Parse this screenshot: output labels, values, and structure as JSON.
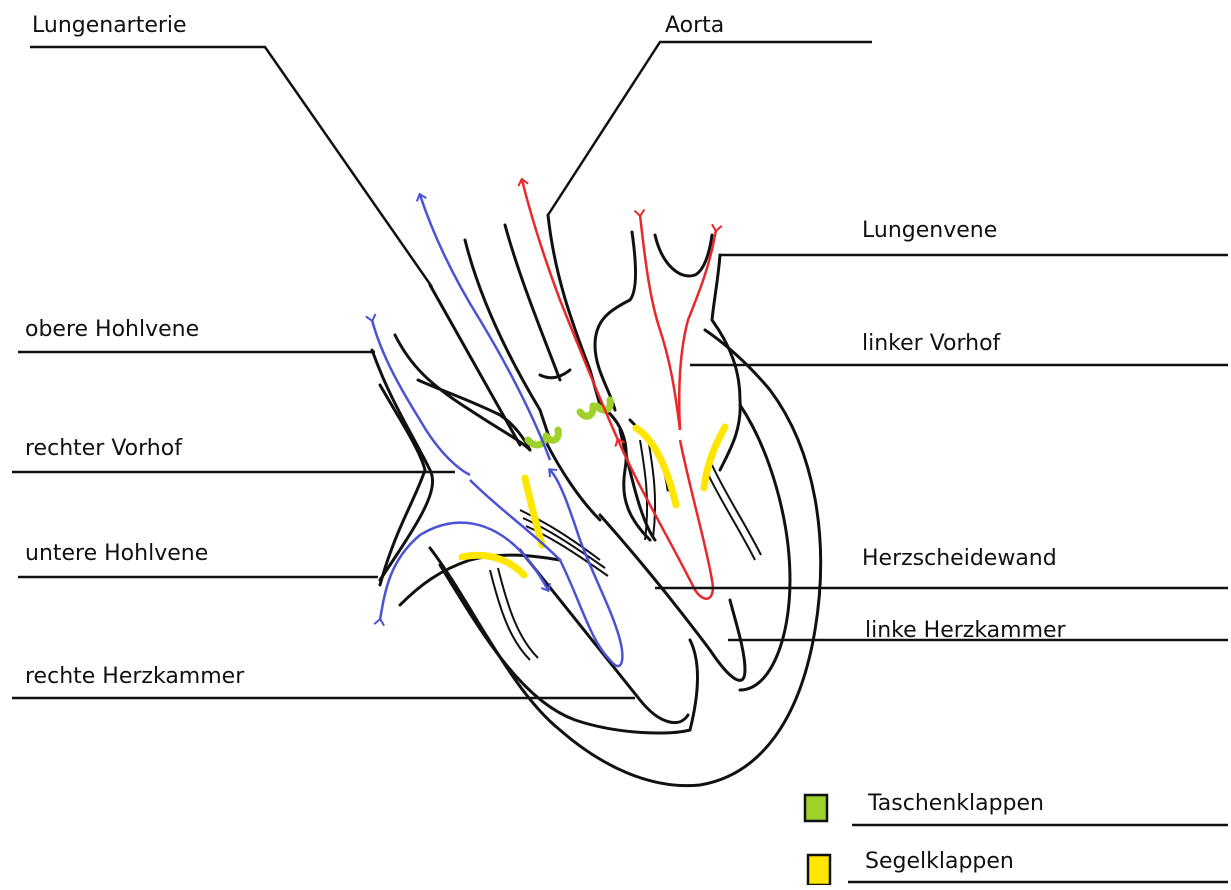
{
  "labels": {
    "lungenarterie": "Lungenarterie",
    "aorta": "Aorta",
    "lungenvene": "Lungenvene",
    "obere_hohlvene": "obere Hohlvene",
    "linker_vorhof": "linker Vorhof",
    "rechter_vorhof": "rechter Vorhof",
    "untere_hohlvene": "untere Hohlvene",
    "herzscheidewand": "Herzscheidewand",
    "linke_herzkammer": "linke Herzkammer",
    "rechte_herzkammer": "rechte Herzkammer"
  },
  "legend": [
    {
      "label": "Taschenklappen",
      "color": "#9ed12a"
    },
    {
      "label": "Segelklappen",
      "color": "#ffe600"
    }
  ],
  "colors": {
    "outline": "#111111",
    "venous_flow": "#4a52d6",
    "arterial_flow": "#e8282a",
    "pocket_valve": "#9ed12a",
    "sail_valve": "#ffe600"
  }
}
